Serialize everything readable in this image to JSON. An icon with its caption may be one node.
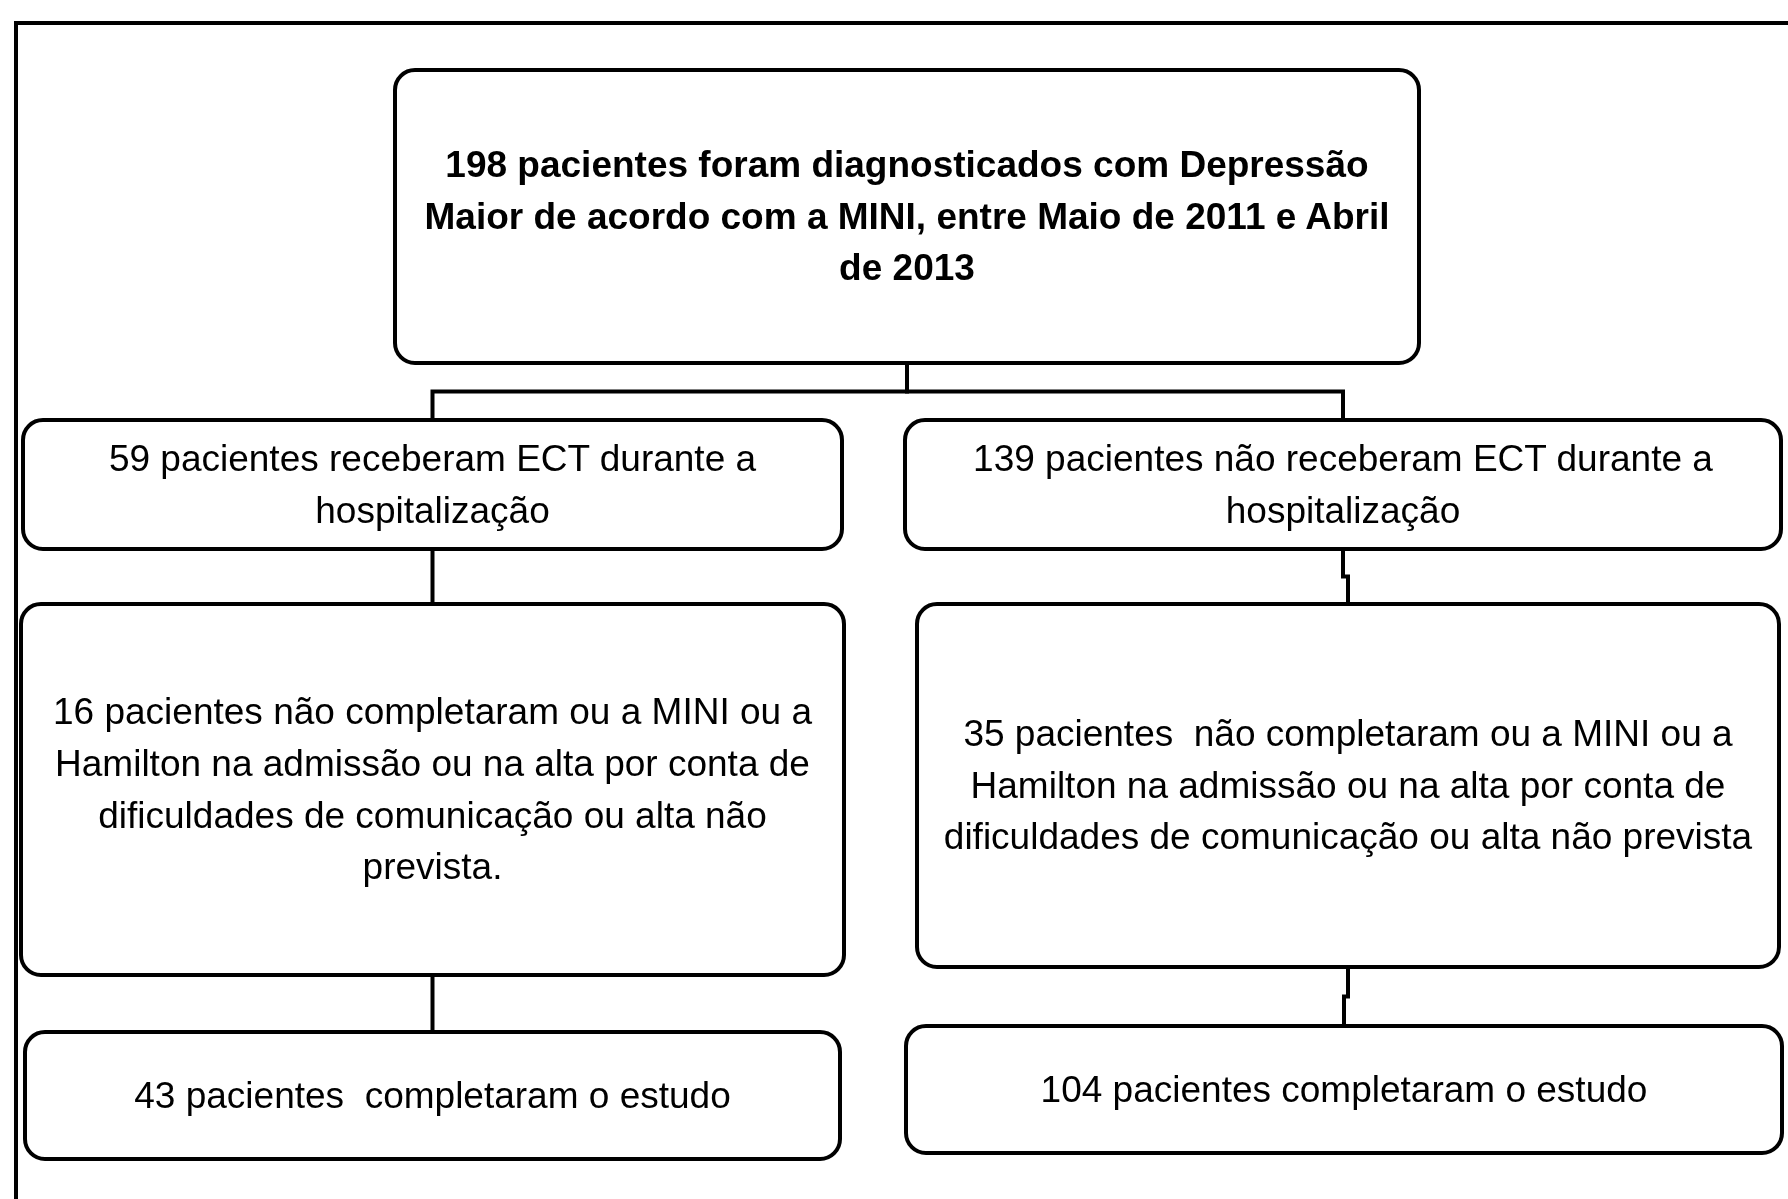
{
  "diagram": {
    "nodes": [
      {
        "text": [
          "198 pacientes foram diagnosticados com Depressão Maior de acordo com a MINI, entre Maio de 2011 e Abril de 2013"
        ]
      },
      {
        "text": [
          "59 pacientes receberam ECT durante a hospitalização"
        ]
      },
      {
        "text": [
          "139 pacientes não receberam ECT durante a hospitalização"
        ]
      },
      {
        "text": [
          "16 pacientes não completaram ou a MINI ou a Hamilton na admissão ou na alta por conta de dificuldades de comunicação ou alta não prevista."
        ]
      },
      {
        "text": [
          "35 pacientes  não completaram ou a MINI ou a Hamilton na admissão ou na alta por conta de dificuldades de comunicação ou alta não prevista"
        ]
      },
      {
        "text": [
          "43 pacientes  completaram o estudo"
        ]
      },
      {
        "text": [
          "104 pacientes completaram o estudo"
        ]
      }
    ],
    "edges": [
      {
        "from": 0,
        "to": 1,
        "arrow": "none"
      },
      {
        "from": 0,
        "to": 2,
        "arrow": "none"
      },
      {
        "from": 1,
        "to": 3,
        "arrow": "none"
      },
      {
        "from": 2,
        "to": 4,
        "arrow": "none"
      },
      {
        "from": 3,
        "to": 5,
        "arrow": "none"
      },
      {
        "from": 4,
        "to": 6,
        "arrow": "none"
      }
    ]
  }
}
